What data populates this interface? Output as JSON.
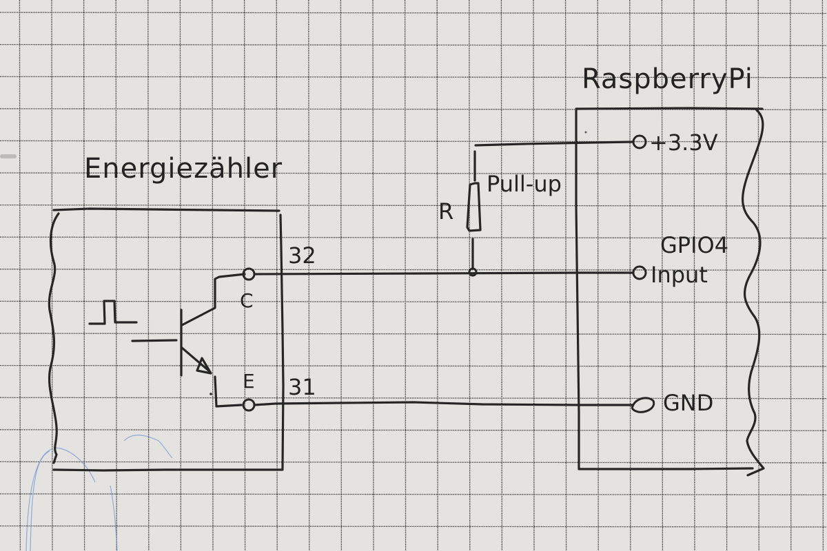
{
  "diagram": {
    "type": "hand-drawn circuit schematic on grid paper",
    "meter": {
      "title": "Energiezähler",
      "pulse_symbol": "⊓",
      "collector_label": "C",
      "emitter_label": "E",
      "terminal_top": "32",
      "terminal_bottom": "31",
      "component": "NPN phototransistor / optocoupler output"
    },
    "resistor": {
      "name_label": "R",
      "role_label": "Pull-up"
    },
    "raspberry_pi": {
      "title": "RaspberryPi",
      "pins": [
        {
          "id": "vcc",
          "label": "+3.3V"
        },
        {
          "id": "gpio",
          "label": "GPIO4",
          "sublabel": "Input"
        },
        {
          "id": "gnd",
          "label": "GND"
        }
      ]
    },
    "connections": [
      {
        "from": "meter.32 (C)",
        "to": "raspberry_pi.GPIO4"
      },
      {
        "from": "meter.31 (E)",
        "to": "raspberry_pi.GND"
      },
      {
        "from": "resistor.R",
        "to": "raspberry_pi.+3.3V and GPIO4 line (pull-up)"
      }
    ],
    "colors": {
      "paper": "#e4e3df",
      "ink": "#262626",
      "grid": "#1c1c1c",
      "stray_pencil": "#6d8fd8"
    }
  }
}
